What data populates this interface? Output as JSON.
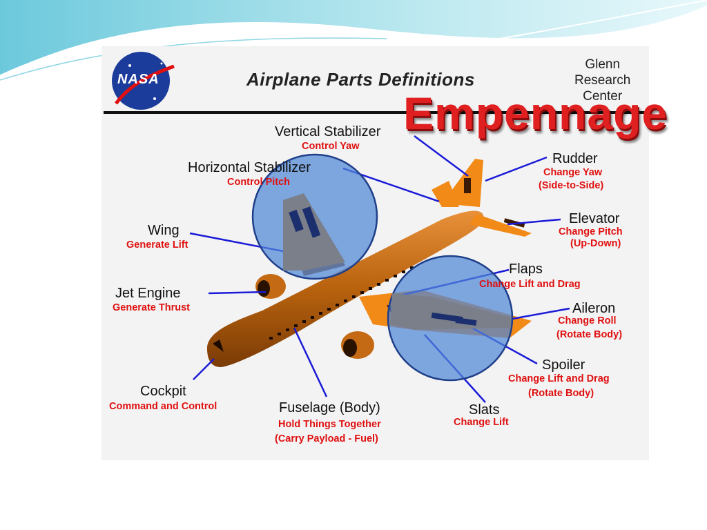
{
  "header": {
    "title": "Airplane Parts Definitions",
    "logo_text": "NASA",
    "org_line1": "Glenn",
    "org_line2": "Research",
    "org_line3": "Center"
  },
  "overlay_title": "Empennage",
  "parts": {
    "vertical_stabilizer": {
      "name": "Vertical Stabilizer",
      "desc": "Control Yaw"
    },
    "horizontal_stabilizer": {
      "name": "Horizontal Stabilizer",
      "desc": "Control Pitch"
    },
    "wing": {
      "name": "Wing",
      "desc": "Generate Lift"
    },
    "jet_engine": {
      "name": "Jet Engine",
      "desc": "Generate Thrust"
    },
    "cockpit": {
      "name": "Cockpit",
      "desc": "Command and Control"
    },
    "fuselage": {
      "name": "Fuselage (Body)",
      "desc1": "Hold Things Together",
      "desc2": "(Carry Payload - Fuel)"
    },
    "rudder": {
      "name": "Rudder",
      "desc1": "Change Yaw",
      "desc2": "(Side-to-Side)"
    },
    "elevator": {
      "name": "Elevator",
      "desc1": "Change Pitch",
      "desc2": "(Up-Down)"
    },
    "flaps": {
      "name": "Flaps",
      "desc": "Change Lift and Drag"
    },
    "aileron": {
      "name": "Aileron",
      "desc1": "Change Roll",
      "desc2": "(Rotate Body)"
    },
    "spoiler": {
      "name": "Spoiler",
      "desc1": "Change Lift and Drag",
      "desc2": "(Rotate Body)"
    },
    "slats": {
      "name": "Slats",
      "desc": "Change Lift"
    }
  },
  "colors": {
    "fuselage": "#b8620e",
    "wing": "#f28a17",
    "label_red": "#e01010",
    "leader_line": "#1a1ad8",
    "highlight_fill": "#4f86d6",
    "highlight_stroke": "#1f3f8a",
    "emp_red": "#e02020"
  }
}
